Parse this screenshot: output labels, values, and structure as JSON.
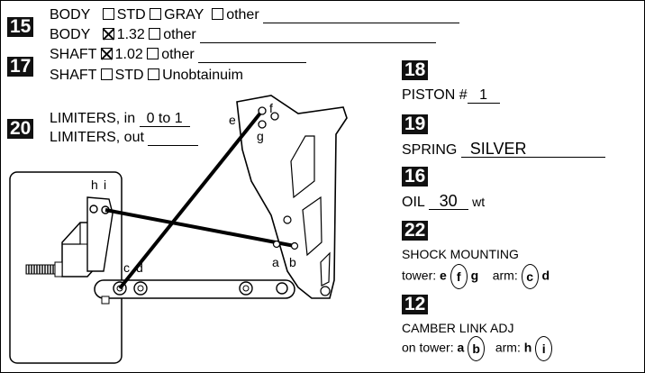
{
  "sections": {
    "s15": {
      "num": "15",
      "body1_label": "BODY",
      "body1_opt1": "STD",
      "body1_opt2": "GRAY",
      "body1_opt3": "other",
      "body2_label": "BODY",
      "body2_opt1": "1.32",
      "body2_opt2": "other"
    },
    "s17": {
      "num": "17",
      "shaft1_label": "SHAFT",
      "shaft1_opt1": "1.02",
      "shaft1_opt2": "other",
      "shaft2_label": "SHAFT",
      "shaft2_opt1": "STD",
      "shaft2_opt2": "Unobtainuim"
    },
    "s20": {
      "num": "20",
      "in_label": "LIMITERS, in",
      "in_value": "0 to 1",
      "out_label": "LIMITERS, out"
    },
    "s18": {
      "num": "18",
      "label": "PISTON #",
      "value": "1"
    },
    "s19": {
      "num": "19",
      "label": "SPRING",
      "value": "SILVER"
    },
    "s16": {
      "num": "16",
      "label": "OIL",
      "value": "30",
      "unit": "wt"
    },
    "s22": {
      "num": "22",
      "label": "SHOCK MOUNTING",
      "tower_label": "tower:",
      "tower_opts": [
        "e",
        "f",
        "g"
      ],
      "arm_label": "arm:",
      "arm_opts": [
        "c",
        "d"
      ]
    },
    "s12": {
      "num": "12",
      "label": "CAMBER LINK ADJ",
      "tower_label": "on tower:",
      "tower_opts": [
        "a",
        "b"
      ],
      "arm_label": "arm:",
      "arm_opts": [
        "h",
        "i"
      ]
    }
  },
  "diagram_labels": {
    "e": "e",
    "f": "f",
    "g": "g",
    "h": "h",
    "i": "i",
    "a": "a",
    "b": "b",
    "c": "c",
    "d": "d"
  }
}
